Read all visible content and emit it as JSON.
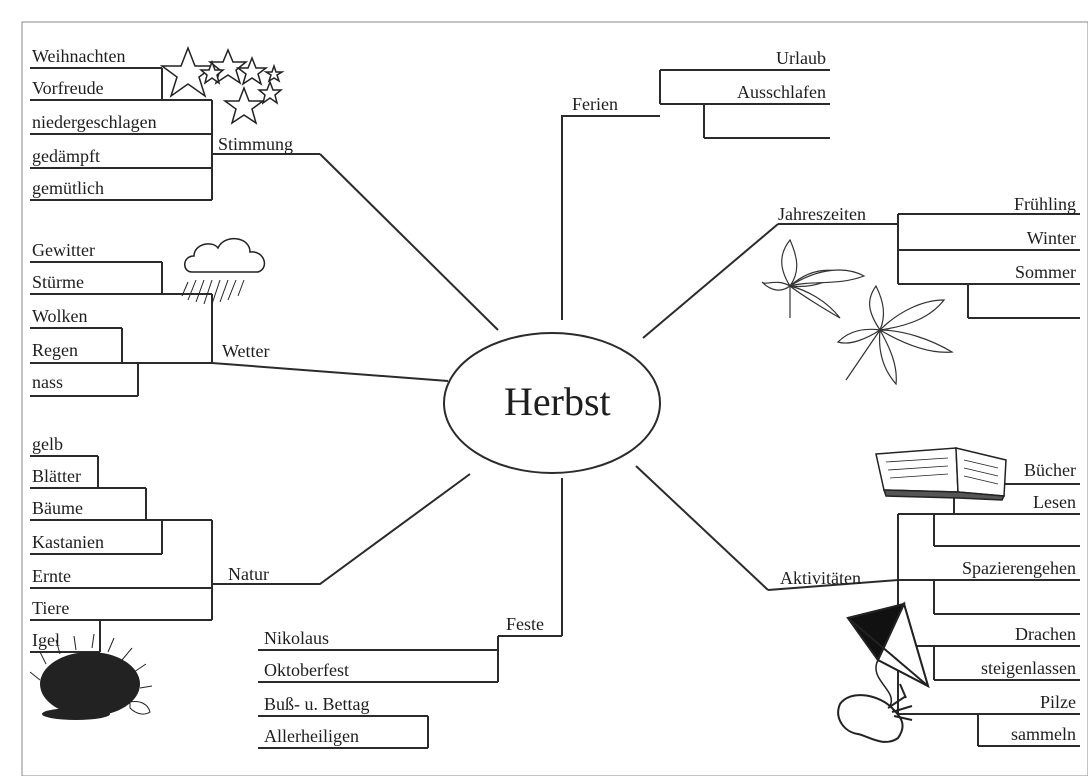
{
  "center": "Herbst",
  "branches": {
    "stimmung": {
      "title": "Stimmung",
      "items": [
        "Weihnachten",
        "Vorfreude",
        "niedergeschlagen",
        "gedämpft",
        "gemütlich"
      ]
    },
    "wetter": {
      "title": "Wetter",
      "items": [
        "Gewitter",
        "Stürme",
        "Wolken",
        "Regen",
        "nass"
      ]
    },
    "natur": {
      "title": "Natur",
      "items": [
        "gelb",
        "Blätter",
        "Bäume",
        "Kastanien",
        "Ernte",
        "Tiere",
        "Igel"
      ]
    },
    "feste": {
      "title": "Feste",
      "items": [
        "Nikolaus",
        "Oktoberfest",
        "Buß- u. Bettag",
        "Allerheiligen"
      ]
    },
    "ferien": {
      "title": "Ferien",
      "items": [
        "Urlaub",
        "Ausschlafen",
        ""
      ]
    },
    "jahreszeiten": {
      "title": "Jahreszeiten",
      "items": [
        "Frühling",
        "Winter",
        "Sommer",
        ""
      ]
    },
    "aktivitaeten": {
      "title": "Aktivitäten",
      "items": [
        "Bücher",
        "Lesen",
        "",
        "Spazierengehen",
        "",
        "Drachen",
        "steigenlassen",
        "Pilze",
        "sammeln"
      ]
    }
  },
  "icons": [
    "stars-icon",
    "rain-cloud-icon",
    "chestnut-leaves-icon",
    "hedgehog-icon",
    "open-book-icon",
    "kite-icon"
  ]
}
